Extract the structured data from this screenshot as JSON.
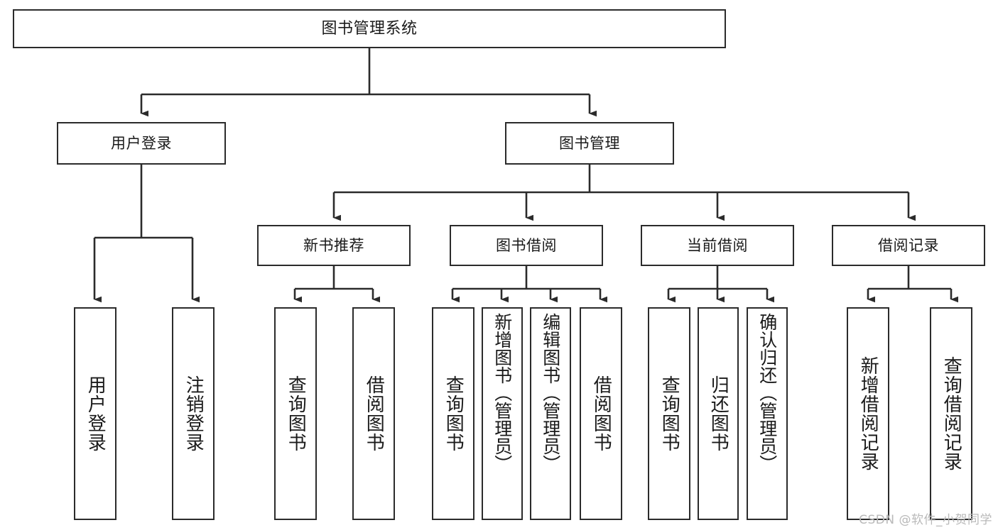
{
  "diagram": {
    "type": "tree",
    "title": "图书管理系统",
    "orientation": "top-down",
    "colors": {
      "box_border": "#2b2b2b",
      "box_fill": "#ffffff",
      "edge": "#2b2b2b",
      "text": "#1a1a1a",
      "watermark": "#b9b9b9",
      "background": "#ffffff"
    },
    "nodes": {
      "root": {
        "label": "图书管理系统",
        "level": 0
      },
      "l1": [
        {
          "id": "user_login",
          "label": "用户登录"
        },
        {
          "id": "book_manage",
          "label": "图书管理"
        }
      ],
      "l2": [
        {
          "id": "new_book_rec",
          "label": "新书推荐",
          "parent": "book_manage"
        },
        {
          "id": "book_borrow",
          "label": "图书借阅",
          "parent": "book_manage"
        },
        {
          "id": "current_borrow",
          "label": "当前借阅",
          "parent": "book_manage"
        },
        {
          "id": "borrow_record",
          "label": "借阅记录",
          "parent": "book_manage"
        }
      ],
      "leaves": [
        {
          "id": "leaf_user_login",
          "label": "用户登录",
          "parent": "user_login"
        },
        {
          "id": "leaf_logout",
          "label": "注销登录",
          "parent": "user_login"
        },
        {
          "id": "leaf_query_book_1",
          "label": "查询图书",
          "parent": "new_book_rec"
        },
        {
          "id": "leaf_borrow_book_1",
          "label": "借阅图书",
          "parent": "new_book_rec"
        },
        {
          "id": "leaf_query_book_2",
          "label": "查询图书",
          "parent": "book_borrow"
        },
        {
          "id": "leaf_add_book",
          "label": "新增图书（管理员）",
          "parent": "book_borrow"
        },
        {
          "id": "leaf_edit_book",
          "label": "编辑图书（管理员）",
          "parent": "book_borrow"
        },
        {
          "id": "leaf_borrow_book_2",
          "label": "借阅图书",
          "parent": "book_borrow"
        },
        {
          "id": "leaf_query_book_3",
          "label": "查询图书",
          "parent": "current_borrow"
        },
        {
          "id": "leaf_return_book",
          "label": "归还图书",
          "parent": "current_borrow"
        },
        {
          "id": "leaf_confirm_return",
          "label": "确认归还（管理员）",
          "parent": "current_borrow"
        },
        {
          "id": "leaf_add_record",
          "label": "新增借阅记录",
          "parent": "borrow_record"
        },
        {
          "id": "leaf_query_record",
          "label": "查询借阅记录",
          "parent": "borrow_record"
        }
      ]
    }
  },
  "watermark": {
    "text": "CSDN @软件_小贺同学"
  }
}
